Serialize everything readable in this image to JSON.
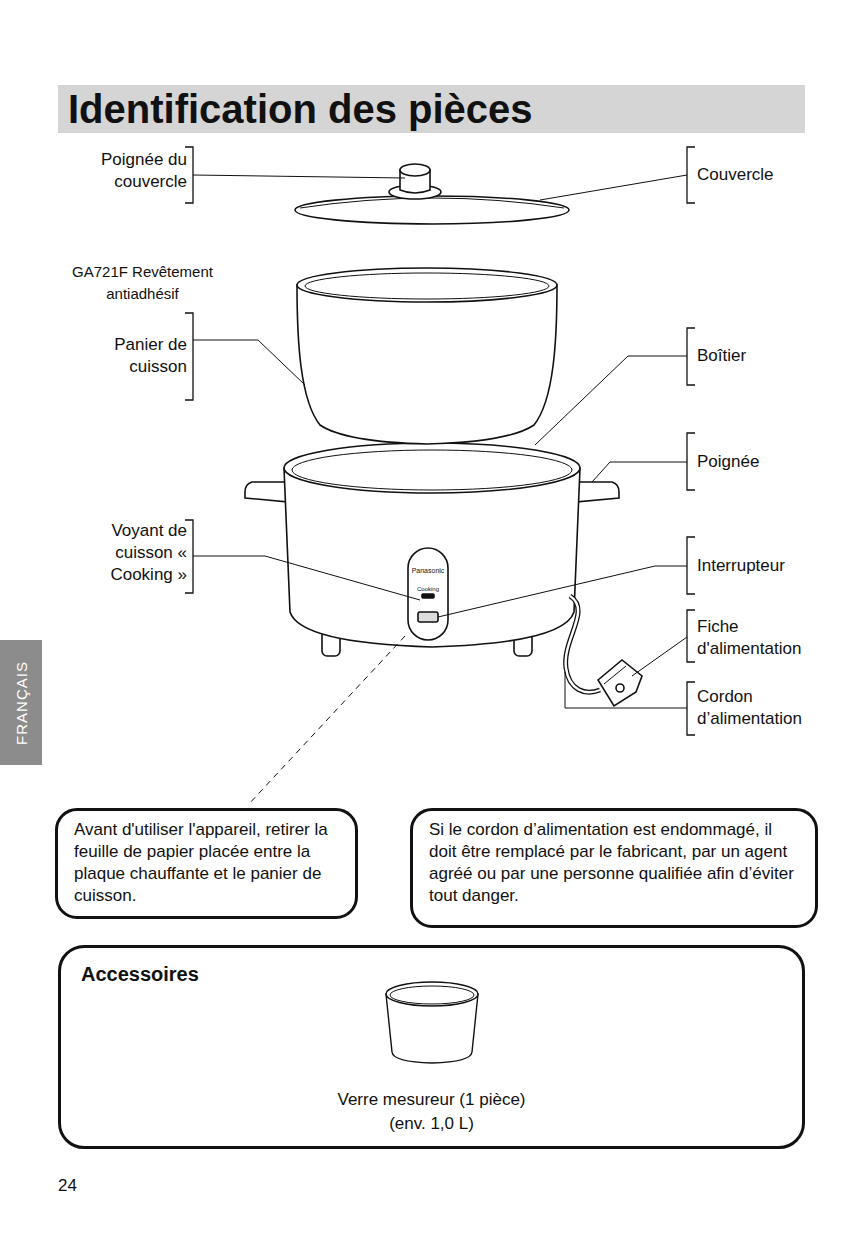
{
  "diagram": {
    "title": "Identification des pièces",
    "nodes": [
      {
        "text": [
          "FRANÇAIS"
        ]
      },
      {
        "text": [
          "Avant d'utiliser l'appareil, retirer la feuille de papier placée entre la plaque chauffante et le panier de cuisson."
        ]
      },
      {
        "text": [
          "Si le cordon d’alimentation est endommagé, il doit être remplacé par le fabricant, par un agent agréé ou par une personne qualifiée afin d’éviter tout danger."
        ]
      },
      {
        "text": [
          "Accessoires",
          "Verre mesureur (1 pièce)",
          "(env. 1,0 L)"
        ]
      }
    ],
    "labels": [
      "Poignée du couvercle",
      "Couvercle",
      "GA721F Revêtement antiadhésif",
      "Panier de cuisson",
      "Boîtier",
      "Poignée",
      "Voyant de cuisson « Cooking »",
      "Interrupteur",
      "Fiche d'alimentation",
      "Cordon d’alimentation",
      "Panasonic",
      "Cooking",
      "24"
    ]
  }
}
